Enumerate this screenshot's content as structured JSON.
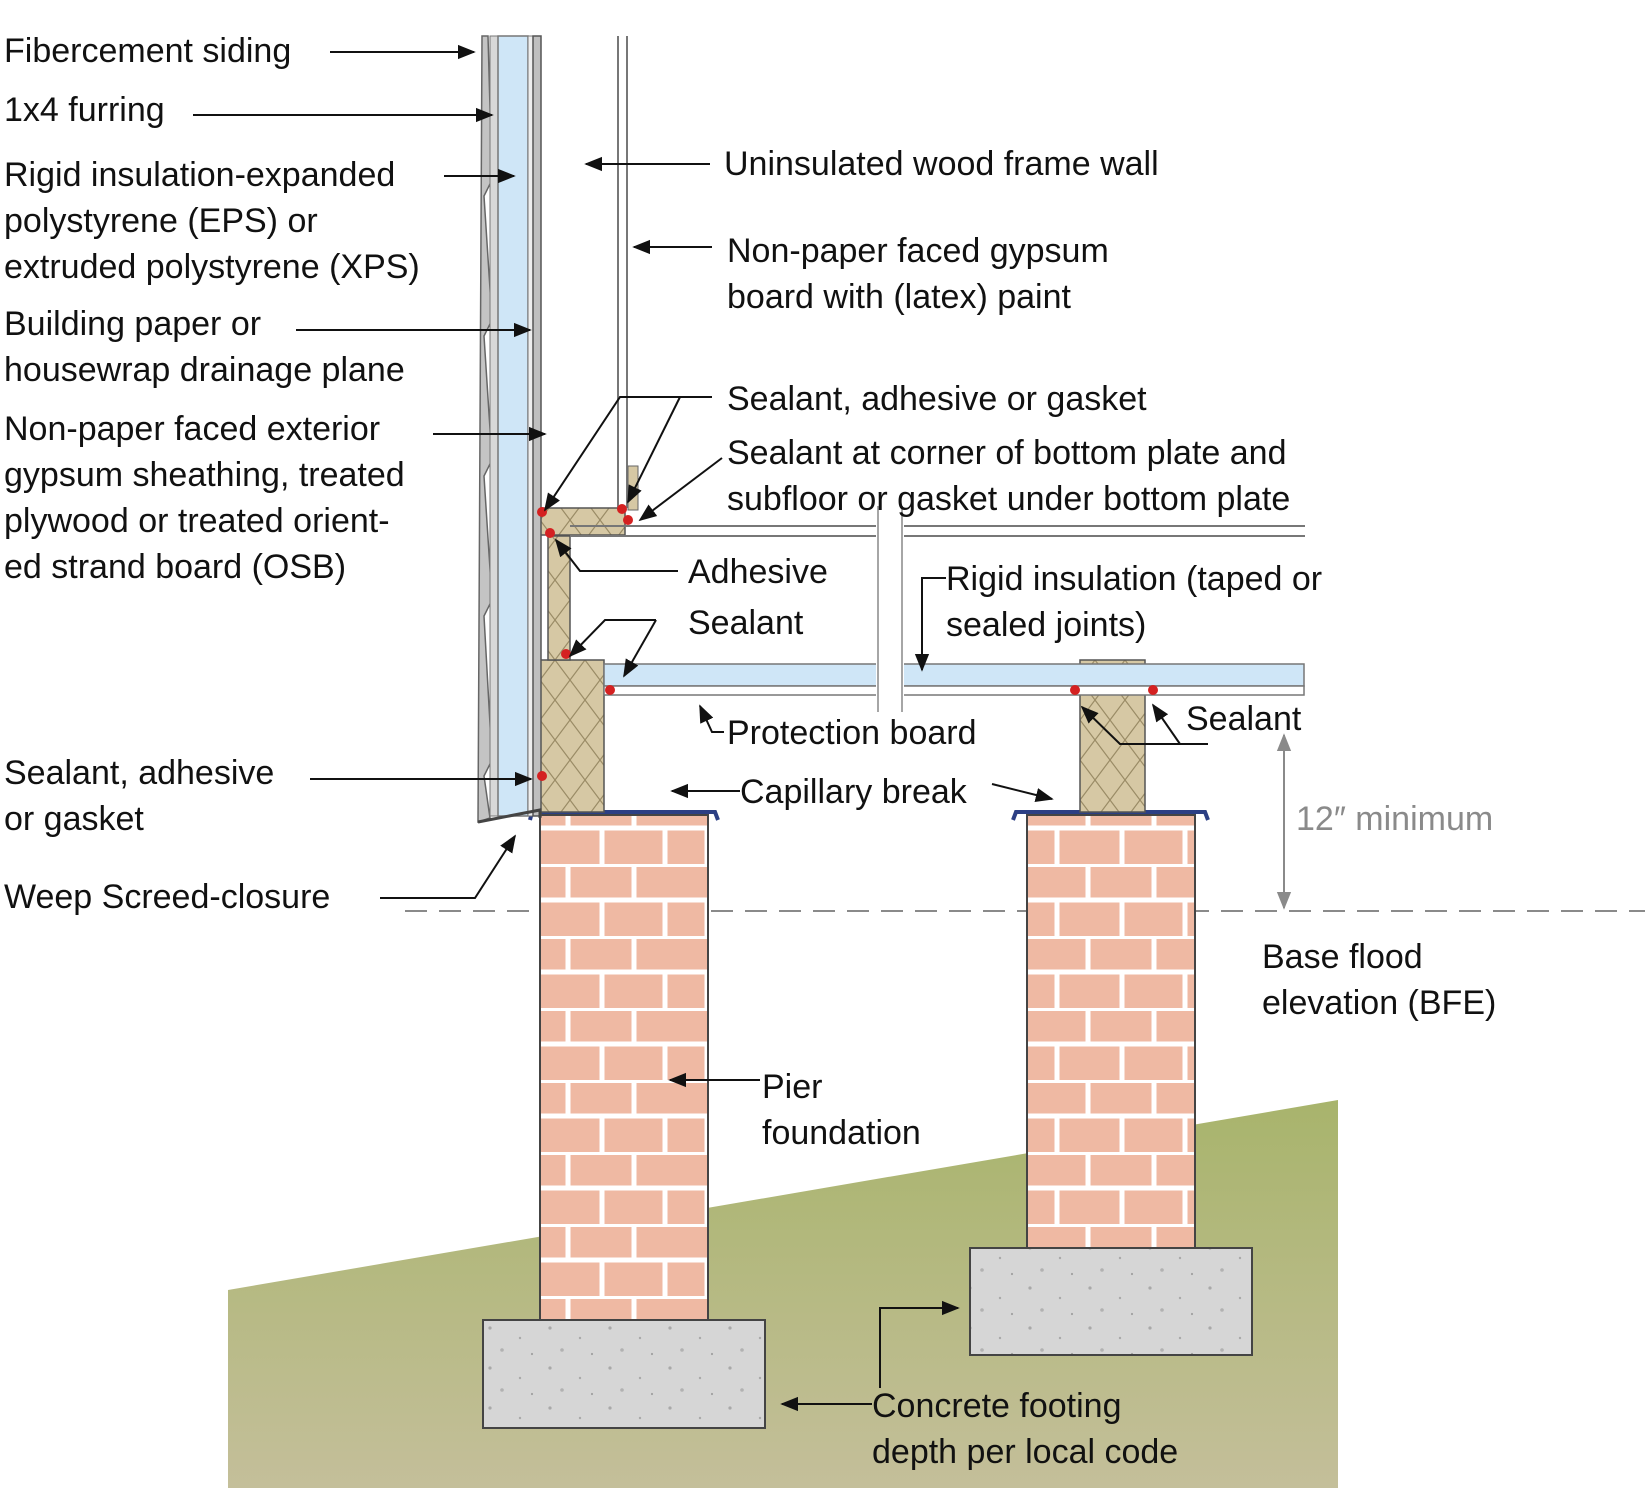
{
  "colors": {
    "ground_top": "#a8b46c",
    "ground_bottom": "#c2bd97",
    "brick": "#efb9a3",
    "mortar": "#ffffff",
    "concrete": "#d6d6d6",
    "insulation": "#cfe6f7",
    "wood": "#d6c8a4",
    "sealant": "#d42121",
    "flashing": "#2c3f84",
    "bfe_line": "#8a8a8a"
  },
  "labels": {
    "fibercement": "Fibercement siding",
    "furring": "1x4 furring",
    "rigid_ins_1": "Rigid insulation-expanded",
    "rigid_ins_2": "polystyrene (EPS) or",
    "rigid_ins_3": "extruded polystyrene (XPS)",
    "building_paper_1": "Building paper or",
    "building_paper_2": "housewrap drainage plane",
    "sheathing_1": "Non-paper faced exterior",
    "sheathing_2": "gypsum sheathing, treated",
    "sheathing_3": "plywood or treated orient-",
    "sheathing_4": "ed strand board (OSB)",
    "sealant_adh_left_1": "Sealant, adhesive",
    "sealant_adh_left_2": "or gasket",
    "weep_screed": "Weep Screed-closure",
    "wall": "Uninsulated wood frame wall",
    "gypsum_1": "Non-paper faced gypsum",
    "gypsum_2": "board with (latex) paint",
    "sealant_adh_gasket": "Sealant, adhesive or gasket",
    "corner_1": "Sealant at corner of bottom plate and",
    "corner_2": "subfloor or gasket under bottom plate",
    "adhesive": "Adhesive",
    "sealant_mid": "Sealant",
    "rigid_floor_1": "Rigid insulation (taped or",
    "rigid_floor_2": "sealed joints)",
    "protection_board": "Protection board",
    "sealant_right": "Sealant",
    "capillary_break": "Capillary break",
    "minimum": "12″ minimum",
    "bfe_1": "Base flood",
    "bfe_2": "elevation (BFE)",
    "pier_1": "Pier",
    "pier_2": "foundation",
    "footing_1": "Concrete footing",
    "footing_2": "depth per local code"
  }
}
